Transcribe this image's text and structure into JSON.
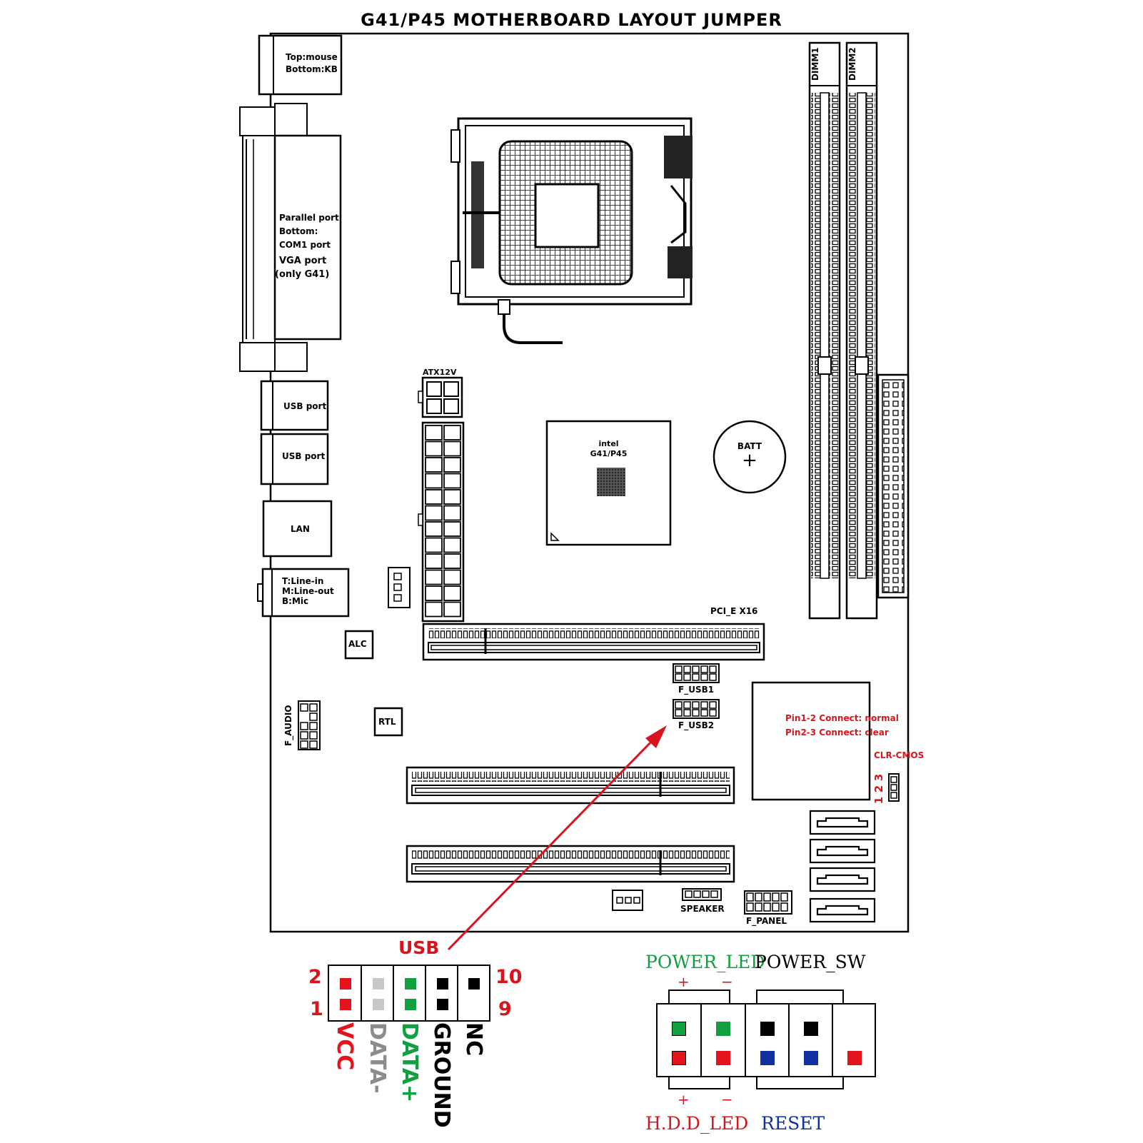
{
  "title": "G41/P45 MOTHERBOARD LAYOUT JUMPER",
  "io": {
    "ps2": [
      "Top:mouse",
      "Bottom:KB"
    ],
    "parallel": [
      "Parallel port",
      "Bottom:",
      "COM1 port",
      "VGA port",
      "(only G41)"
    ],
    "usb1": "USB port",
    "usb2": "USB port",
    "lan": "LAN",
    "audio": [
      "T:Line-in",
      "M:Line-out",
      "B:Mic"
    ]
  },
  "board": {
    "dimm1": "DIMM1",
    "dimm2": "DIMM2",
    "atx12v": "ATX12V",
    "chipset": [
      "intel",
      "G41/P45"
    ],
    "batt": "BATT",
    "batt_symbol": "+",
    "pcie": "PCI_E X16",
    "alc": "ALC",
    "rtl": "RTL",
    "f_audio": "F_AUDIO",
    "f_usb1": "F_USB1",
    "f_usb2": "F_USB2",
    "speaker": "SPEAKER",
    "f_panel": "F_PANEL"
  },
  "clr_cmos": {
    "line1_key": "Pin1-2 Connect:",
    "line1_val": "normal",
    "line2_key": "Pin2-3 Connect:",
    "line2_val": "clear",
    "name": "CLR-CMOS",
    "pins": [
      "1",
      "2",
      "3"
    ]
  },
  "usb_header": {
    "title": "USB",
    "num_top_left": "2",
    "num_bottom_left": "1",
    "num_top_right": "10",
    "num_bottom_right": "9",
    "pins": [
      {
        "name": "VCC",
        "color": "#e3141c"
      },
      {
        "name": "DATA-",
        "color": "#c8c8c8"
      },
      {
        "name": "DATA+",
        "color": "#10a040"
      },
      {
        "name": "GROUND",
        "color": "#000000"
      },
      {
        "name": "NC",
        "color": "#000000"
      }
    ]
  },
  "front_panel": {
    "power_led": "POWER_LED",
    "power_sw": "POWER_SW",
    "hdd_led": "H.D.D_LED",
    "reset": "RESET",
    "plus": "+",
    "minus": "−",
    "colors": {
      "power_led": "#10a040",
      "hdd_led": "#e3141c",
      "power_sw": "#000000",
      "reset": "#1030a0"
    }
  }
}
